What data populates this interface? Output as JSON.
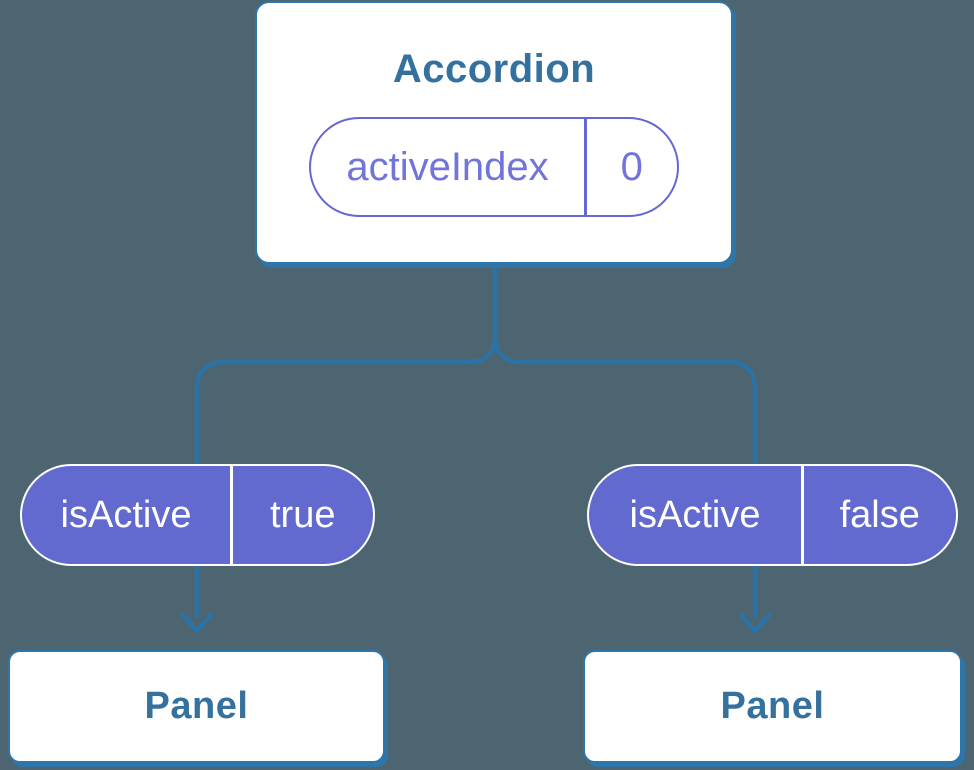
{
  "diagram": {
    "root": {
      "title": "Accordion",
      "state": {
        "name": "activeIndex",
        "value": "0"
      }
    },
    "props": [
      {
        "name": "isActive",
        "value": "true"
      },
      {
        "name": "isActive",
        "value": "false"
      }
    ],
    "children": [
      {
        "label": "Panel"
      },
      {
        "label": "Panel"
      }
    ]
  },
  "colors": {
    "bg": "#4C6571",
    "card-bg": "#FFFFFF",
    "card-border": "#2E75AA",
    "heading": "#35719F",
    "line": "#2B73A7",
    "purple-fill": "#6269CF",
    "purple-border": "#6468D0",
    "purple-text": "#7174DA",
    "pill-text": "#FFFFFF"
  }
}
